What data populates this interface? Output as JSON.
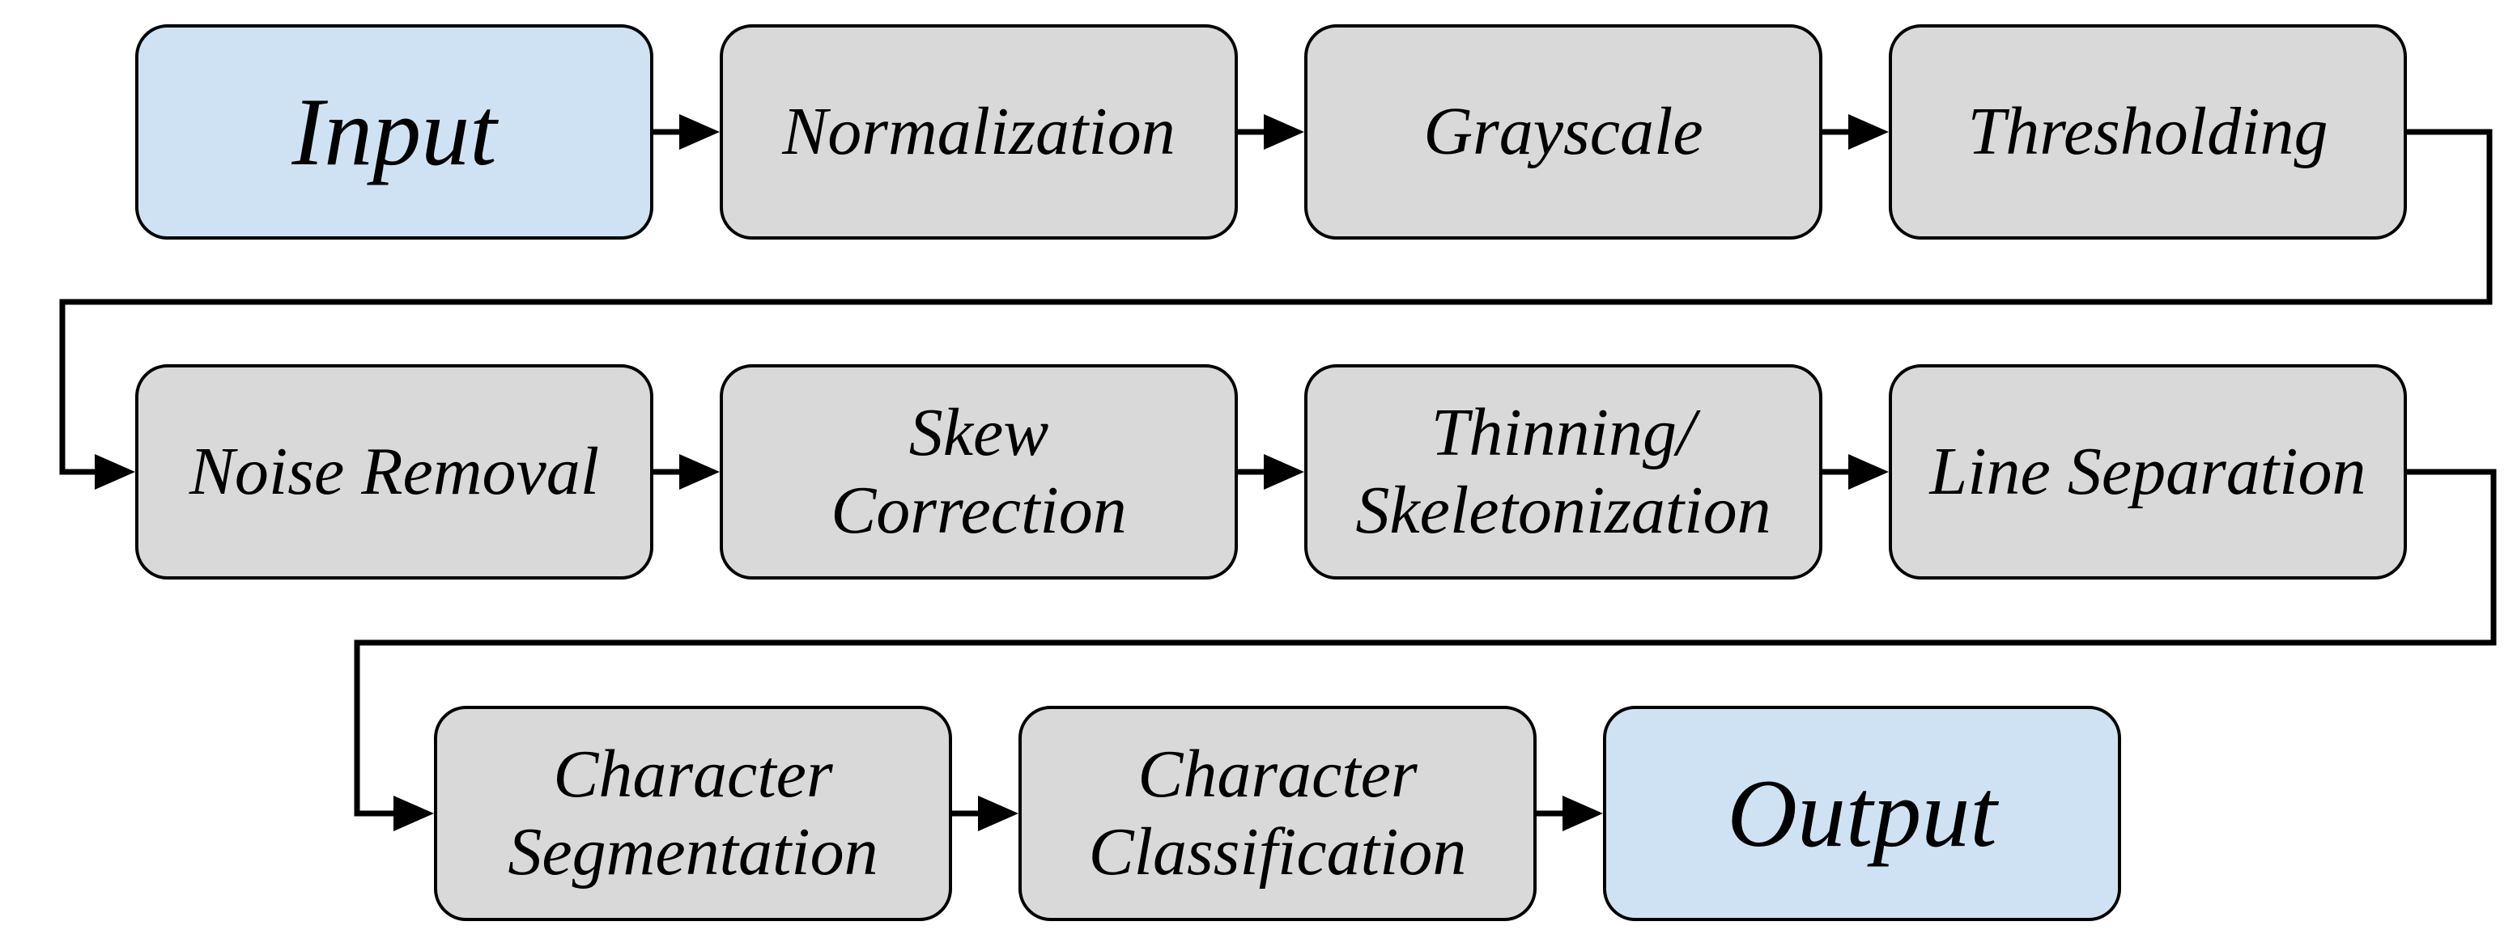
{
  "diagram": {
    "type": "flowchart",
    "background": "#ffffff",
    "stroke_color": "#000000",
    "text_color": "#000000",
    "node_colors": {
      "terminal": "#cfe2f3",
      "process": "#d9d9d9"
    },
    "nodes": [
      {
        "id": "input",
        "label": "Input",
        "type": "terminal",
        "fill": "#cfe2f3"
      },
      {
        "id": "normalization",
        "label": "Normalization",
        "type": "process",
        "fill": "#d9d9d9"
      },
      {
        "id": "grayscale",
        "label": "Grayscale",
        "type": "process",
        "fill": "#d9d9d9"
      },
      {
        "id": "thresholding",
        "label": "Thresholding",
        "type": "process",
        "fill": "#d9d9d9"
      },
      {
        "id": "noise-removal",
        "label": "Noise Removal",
        "type": "process",
        "fill": "#d9d9d9"
      },
      {
        "id": "skew-correction",
        "label": "Skew\nCorrection",
        "type": "process",
        "fill": "#d9d9d9"
      },
      {
        "id": "thinning-skeletonization",
        "label": "Thinning/\nSkeletonization",
        "type": "process",
        "fill": "#d9d9d9"
      },
      {
        "id": "line-separation",
        "label": "Line Separation",
        "type": "process",
        "fill": "#d9d9d9"
      },
      {
        "id": "character-segmentation",
        "label": "Character\nSegmentation",
        "type": "process",
        "fill": "#d9d9d9"
      },
      {
        "id": "character-classification",
        "label": "Character\nClassification",
        "type": "process",
        "fill": "#d9d9d9"
      },
      {
        "id": "output",
        "label": "Output",
        "type": "terminal",
        "fill": "#cfe2f3"
      }
    ],
    "edges": [
      {
        "from": "input",
        "to": "normalization"
      },
      {
        "from": "normalization",
        "to": "grayscale"
      },
      {
        "from": "grayscale",
        "to": "thresholding"
      },
      {
        "from": "thresholding",
        "to": "noise-removal"
      },
      {
        "from": "noise-removal",
        "to": "skew-correction"
      },
      {
        "from": "skew-correction",
        "to": "thinning-skeletonization"
      },
      {
        "from": "thinning-skeletonization",
        "to": "line-separation"
      },
      {
        "from": "line-separation",
        "to": "character-segmentation"
      },
      {
        "from": "character-segmentation",
        "to": "character-classification"
      },
      {
        "from": "character-classification",
        "to": "output"
      }
    ]
  }
}
